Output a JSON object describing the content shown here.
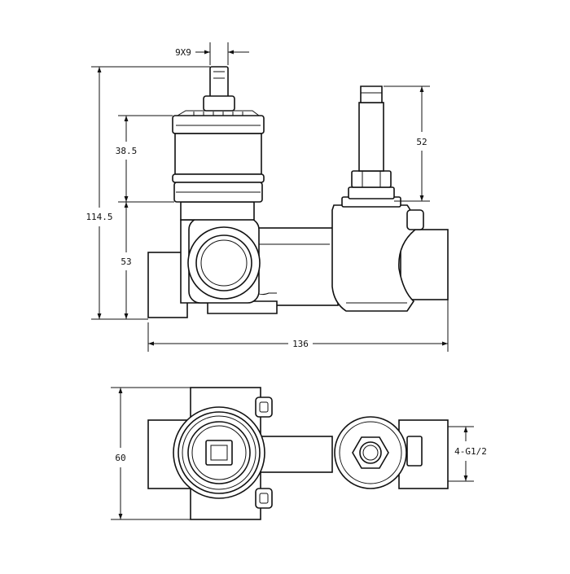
{
  "dimensions": {
    "stem_square": "9X9",
    "cartridge_height": "38.5",
    "total_height": "114.5",
    "body_height": "53",
    "valve_stem_height": "52",
    "overall_width": "136",
    "body_depth": "60",
    "thread_spec": "4-G1/2"
  },
  "colors": {
    "line": "#111111",
    "background": "#ffffff"
  }
}
